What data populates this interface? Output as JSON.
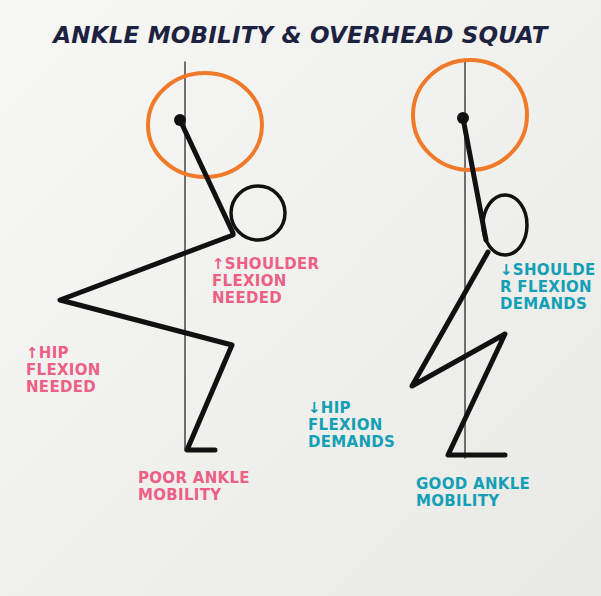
{
  "diagram": {
    "title": "ANKLE MOBILITY & OVERHEAD SQUAT",
    "labels": [
      "↑SHOULDER FLEXION NEEDED",
      "↑HIP FLEXION NEEDED",
      "POOR ANKLE MOBILITY",
      "↓SHOULDER FLEXION DEMANDS",
      "↓HIP FLEXION DEMANDS",
      "GOOD ANKLE MOBILITY"
    ]
  }
}
